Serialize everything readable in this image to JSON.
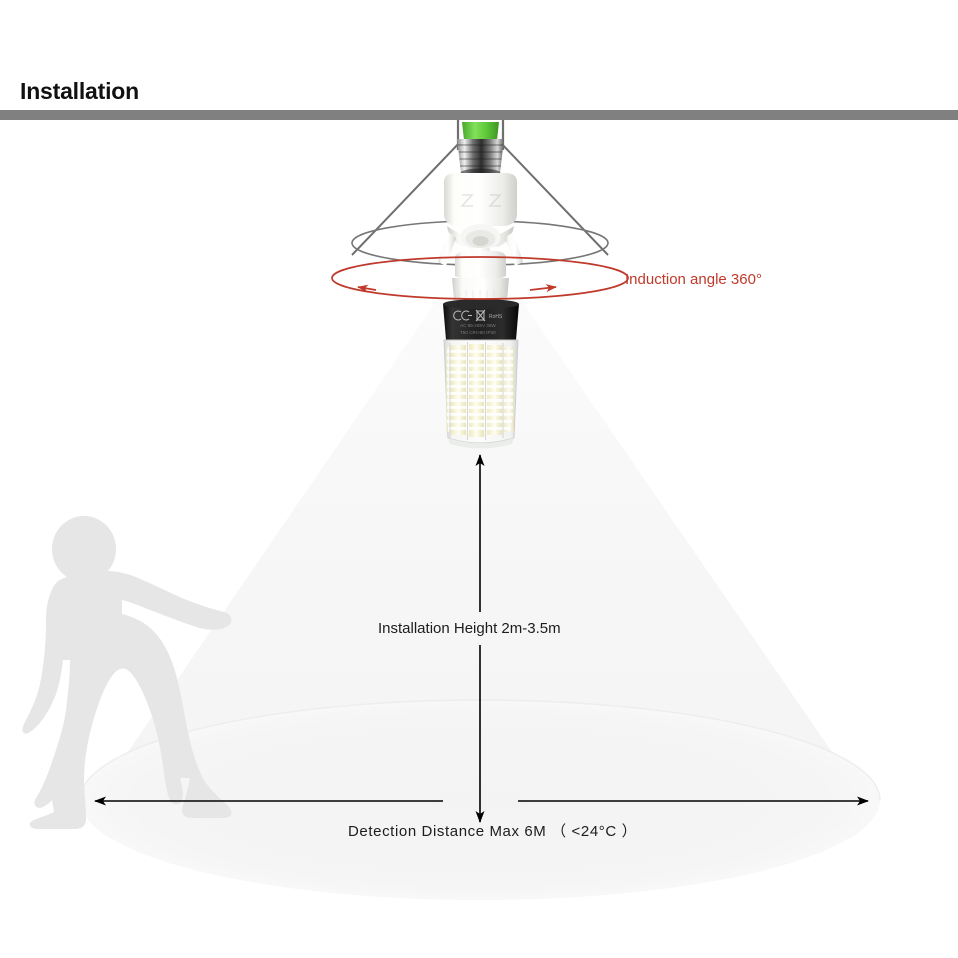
{
  "header": {
    "title": "Installation",
    "rule_color": "#808080"
  },
  "annotations": {
    "induction_angle": "Induction angle 360°",
    "installation_height": "Installation Height 2m-3.5m",
    "detection_distance": "Detection  Distance  Max  6M （ <24°C ）"
  },
  "colors": {
    "induction_text": "#c0392b",
    "induction_ellipse": "#c0392b",
    "annotation_text": "#1d1d1d",
    "ceiling_bar": "#808080",
    "bracket_lines": "#6f6f6f",
    "light_cone": "#f7f7f7",
    "floor_ellipse": "#f2f2f2",
    "person_silhouette": "#e6e6e6",
    "arrow": "#000000",
    "bulb_cap": "#1b1b1b",
    "led_strip": "#f6f0c8",
    "lamp_body": "#f2f2f0",
    "screw_base": "#b9b9b9",
    "base_tip": "#5bc236"
  },
  "scene": {
    "ceiling_label": "ceiling",
    "lamp_label": "motion-sensor-led-bulb",
    "sensor_label": "pir-sensor-socket-adapter",
    "person_label": "walking-person",
    "light_cone_label": "detection-cone",
    "floor_label": "floor-detection-area",
    "icon_names": [
      "ce-mark-icon",
      "weee-bin-icon",
      "rohs-icon"
    ]
  },
  "measurements": {
    "height_arrow": "vertical-double-headed",
    "distance_arrow": "horizontal-double-headed",
    "induction_arrow": "circular-rotation"
  }
}
